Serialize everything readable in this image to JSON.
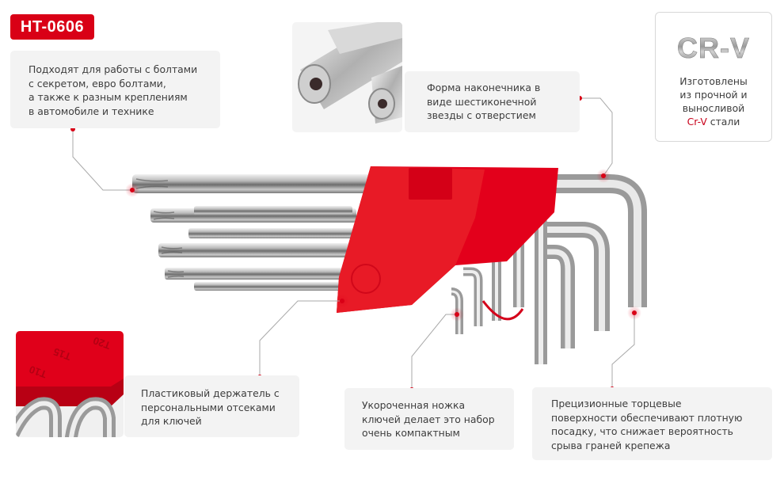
{
  "badge": {
    "model": "HT-0606"
  },
  "features": {
    "compatibility": {
      "lines": [
        "Подходят для работы с болтами",
        "с секретом, евро болтами,",
        "а также к разным креплениям",
        "в автомобиле и технике"
      ]
    },
    "tip_shape": {
      "lines": [
        "Форма наконечника в",
        "виде шестиконечной",
        "звезды с отверстием"
      ]
    },
    "material": {
      "logo": "CR-V",
      "lines_plain": [
        "Изготовлены",
        "из прочной и",
        "выносливой"
      ],
      "last_accent": "Cr-V",
      "last_rest": " стали"
    },
    "holder": {
      "lines": [
        "Пластиковый держатель с",
        "персональными отсеками",
        "для ключей"
      ],
      "holder_labels": [
        "T10",
        "T15",
        "T20"
      ]
    },
    "short_leg": {
      "lines": [
        "Укороченная ножка",
        "ключей делает это набор",
        "очень компактным"
      ]
    },
    "precision": {
      "lines": [
        "Прецизионные торцевые",
        "поверхности обеспечивают плотную",
        "посадку, что снижает вероятность",
        "срыва граней крепежа"
      ]
    }
  },
  "colors": {
    "brand_red": "#d90016",
    "card_bg": "#f3f3f3",
    "text": "#3d3d3d",
    "connector": "#a9a9a9"
  }
}
